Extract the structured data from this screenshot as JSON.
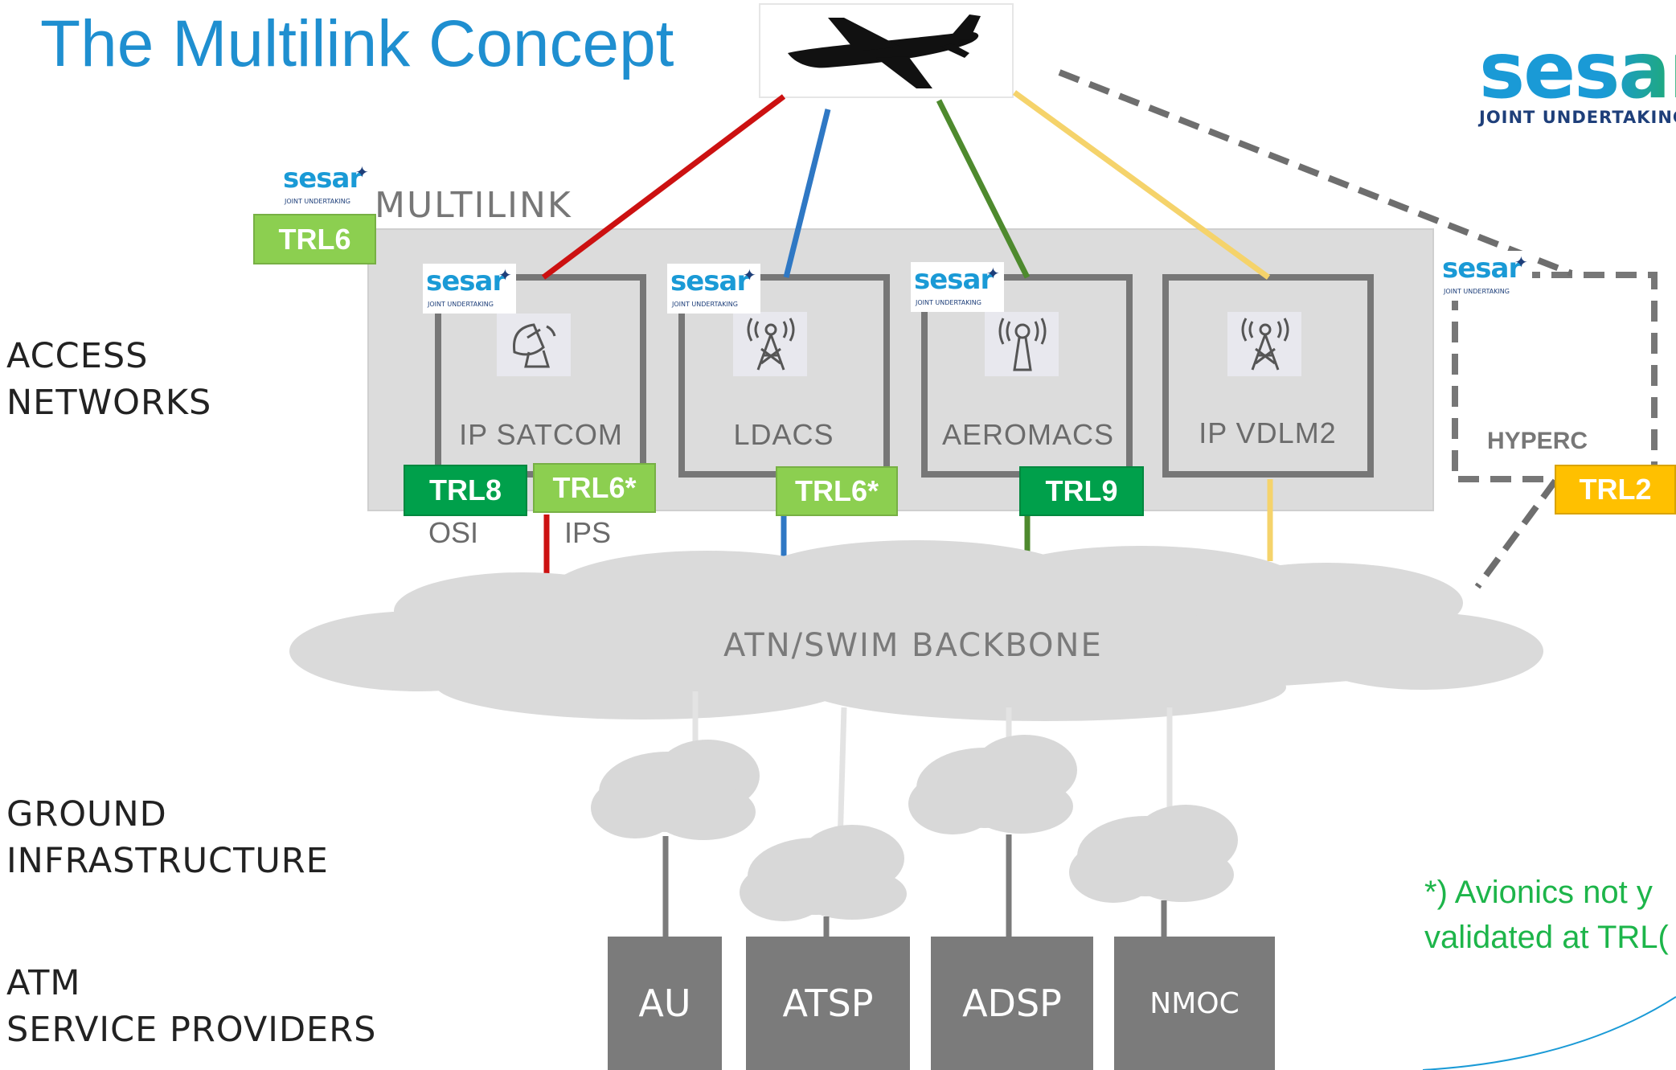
{
  "title": "The Multilink Concept",
  "logo": {
    "name": "sesar",
    "subtitle": "JOINT UNDERTAKING"
  },
  "multilink_label": "MULTILINK",
  "layers": {
    "access_networks": [
      "ACCESS",
      "NETWORKS"
    ],
    "ground_infrastructure": [
      "GROUND",
      "INFRASTRUCTURE"
    ],
    "atm_service_providers": [
      "ATM",
      "SERVICE PROVIDERS"
    ]
  },
  "networks": [
    {
      "label": "IP SATCOM",
      "icon": "satellite-dish-icon",
      "link_color": "#cc1111"
    },
    {
      "label": "LDACS",
      "icon": "antenna-tower-icon",
      "link_color": "#2f78c4"
    },
    {
      "label": "AEROMACS",
      "icon": "radio-mast-icon",
      "link_color": "#4e8a2e"
    },
    {
      "label": "IP VDLM2",
      "icon": "antenna-tower-icon",
      "link_color": "#f5d36b"
    }
  ],
  "hyperc": {
    "label": "HYPERC"
  },
  "trl_badges": {
    "multilink": "TRL6",
    "satcom_osi": "TRL8",
    "satcom_ips": "TRL6*",
    "ldacs": "TRL6*",
    "aeromacs": "TRL9",
    "hyperc": "TRL2"
  },
  "satcom_sublabels": {
    "osi": "OSI",
    "ips": "IPS"
  },
  "backbone_label": "ATN/SWIM BACKBONE",
  "service_providers": [
    "AU",
    "ATSP",
    "ADSP",
    "NMOC"
  ],
  "note": [
    "*) Avionics not y",
    "validated at TRL("
  ],
  "colors": {
    "title": "#1f8fd0",
    "trl_dark": "#00a04b",
    "trl_light": "#8ccf50",
    "trl_amber": "#ffc000",
    "note": "#1db54a"
  }
}
